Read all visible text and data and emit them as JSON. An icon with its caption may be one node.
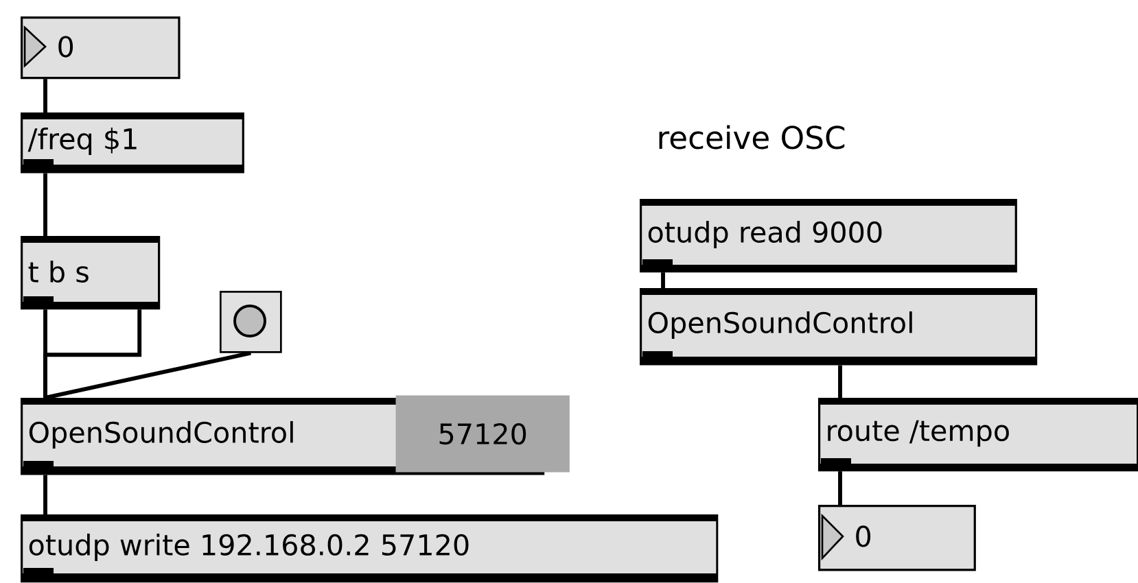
{
  "diagram": {
    "nodes": [
      {
        "text": [
          "0"
        ]
      },
      {
        "text": [
          "/freq $1"
        ]
      },
      {
        "text": [
          "t b s"
        ]
      },
      {
        "text": [],
        "shape": "box"
      },
      {
        "text": [
          "OpenSoundControl"
        ]
      },
      {
        "text": [
          "57120"
        ]
      },
      {
        "text": [
          "otudp write 192.168.0.2 57120"
        ]
      },
      {
        "text": [
          "otudp read 9000"
        ]
      },
      {
        "text": [
          "OpenSoundControl"
        ]
      },
      {
        "text": [
          "route /tempo"
        ]
      },
      {
        "text": [
          "0"
        ]
      }
    ],
    "edges": [
      {
        "from": 0,
        "to": 1,
        "arrow": "none"
      },
      {
        "from": 1,
        "to": 2,
        "arrow": "none"
      },
      {
        "from": 2,
        "to": 4,
        "arrow": "none"
      },
      {
        "from": 2,
        "to": 4,
        "arrow": "none"
      },
      {
        "from": 3,
        "to": 4,
        "arrow": "none"
      },
      {
        "from": 4,
        "to": 6,
        "arrow": "none"
      },
      {
        "from": 7,
        "to": 8,
        "arrow": "none"
      },
      {
        "from": 8,
        "to": 9,
        "arrow": "none"
      },
      {
        "from": 9,
        "to": 10,
        "arrow": "none"
      }
    ],
    "labels": [
      "receive OSC"
    ]
  }
}
